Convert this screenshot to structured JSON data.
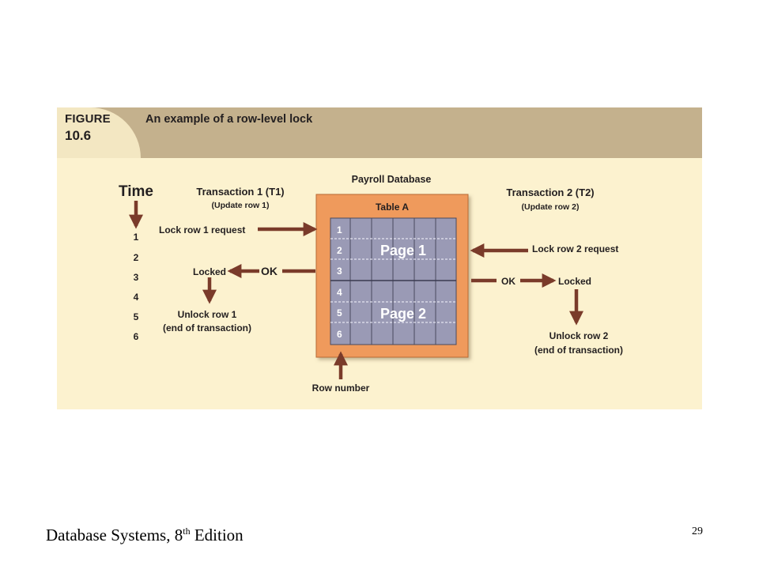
{
  "figure": {
    "label": "FIGURE",
    "number": "10.6",
    "title": "An example of a row-level lock"
  },
  "diagram": {
    "database_title": "Payroll Database",
    "table_title": "Table A",
    "page1_label": "Page 1",
    "page2_label": "Page 2",
    "row_numbers": [
      "1",
      "2",
      "3",
      "4",
      "5",
      "6"
    ],
    "row_number_caption": "Row number",
    "time_label": "Time",
    "time_steps": [
      "1",
      "2",
      "3",
      "4",
      "5",
      "6"
    ],
    "t1": {
      "title": "Transaction 1 (T1)",
      "subtitle": "(Update row 1)",
      "request": "Lock row 1 request",
      "ok": "OK",
      "locked": "Locked",
      "unlock_line1": "Unlock row 1",
      "unlock_line2": "(end of transaction)"
    },
    "t2": {
      "title": "Transaction 2 (T2)",
      "subtitle": "(Update row 2)",
      "request": "Lock row 2 request",
      "ok": "OK",
      "locked": "Locked",
      "unlock_line1": "Unlock row 2",
      "unlock_line2": "(end of transaction)"
    }
  },
  "footer": {
    "text_before": "Database Systems, 8",
    "superscript": "th",
    "text_after": " Edition",
    "page_number": "29"
  },
  "colors": {
    "header_band": "#c4b18d",
    "figure_background": "#fcf2cf",
    "table_frame": "#ef9a5b",
    "grid_cells": "#9a9ab5",
    "arrow": "#7a3b2a"
  }
}
